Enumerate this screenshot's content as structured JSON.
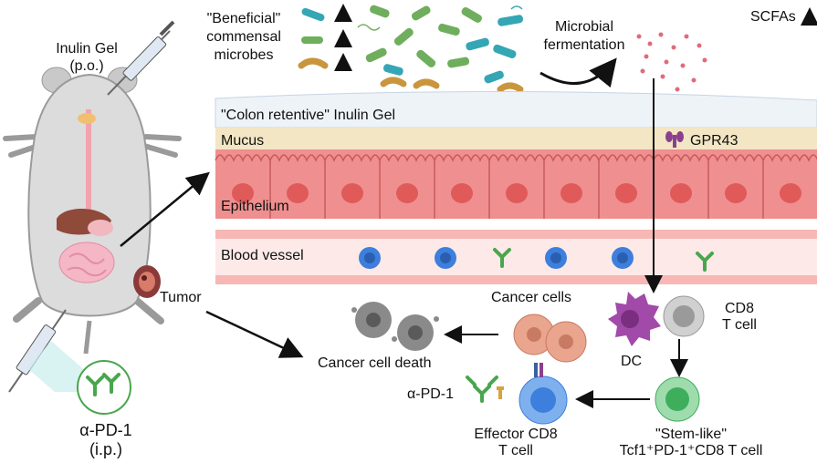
{
  "labels": {
    "inulin_gel_po": [
      "Inulin Gel",
      "(p.o.)"
    ],
    "beneficial_microbes": [
      "\"Beneficial\"",
      "commensal",
      "microbes"
    ],
    "microbial_fermentation": [
      "Microbial",
      "fermentation"
    ],
    "scfas": "SCFAs",
    "colon_retentive_gel": "\"Colon retentive\" Inulin Gel",
    "mucus": "Mucus",
    "gpr43": "GPR43",
    "epithelium": "Epithelium",
    "blood_vessel": "Blood vessel",
    "tumor": "Tumor",
    "cancer_cells": "Cancer cells",
    "cancer_cell_death": "Cancer cell death",
    "dc": "DC",
    "cd8_t_cell": [
      "CD8",
      "T cell"
    ],
    "anti_pd1": "α-PD-1",
    "anti_pd1_ip": [
      "α-PD-1",
      "(i.p.)"
    ],
    "effector_cd8": [
      "Effector CD8",
      "T cell"
    ],
    "stem_like": [
      "\"Stem-like\"",
      "Tcf1⁺PD-1⁺CD8 T cell"
    ]
  },
  "colors": {
    "gel": "#eef3f8",
    "mucus": "#f3e6c4",
    "epithelium": "#f08f8f",
    "nucleus": "#e05a5a",
    "vessel": "#f7b7b4",
    "vessel_inner": "#fde9e8",
    "microbe_teal": "#35a6b4",
    "microbe_green": "#6fae5d",
    "microbe_orange": "#c9963e",
    "scfa": "#e06a7a",
    "antibody": "#49a64e",
    "dc": "#a24aa9",
    "t_cell_grey": "#9a9a9a",
    "stem_green": "#3fae5c",
    "effector_blue": "#3d7fdc",
    "cancer": "#e9a58e"
  }
}
